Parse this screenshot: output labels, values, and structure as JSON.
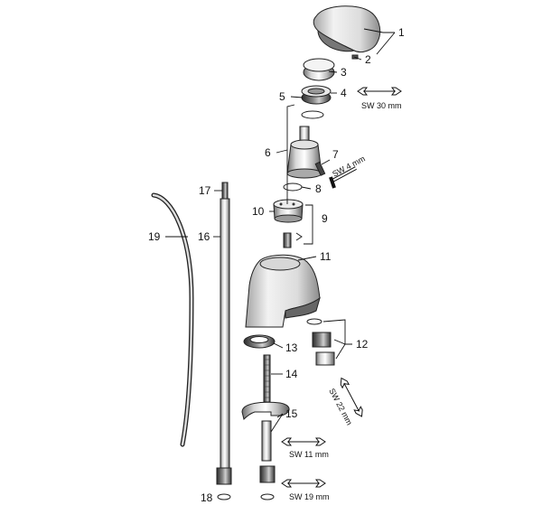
{
  "labels": [
    {
      "id": "1",
      "text": "1"
    },
    {
      "id": "2",
      "text": "2"
    },
    {
      "id": "3",
      "text": "3"
    },
    {
      "id": "4",
      "text": "4"
    },
    {
      "id": "5",
      "text": "5"
    },
    {
      "id": "6",
      "text": "6"
    },
    {
      "id": "7",
      "text": "7"
    },
    {
      "id": "8",
      "text": "8"
    },
    {
      "id": "9",
      "text": "9"
    },
    {
      "id": "10",
      "text": "10"
    },
    {
      "id": "11",
      "text": "11"
    },
    {
      "id": "12",
      "text": "12"
    },
    {
      "id": "13",
      "text": "13"
    },
    {
      "id": "14",
      "text": "14"
    },
    {
      "id": "15",
      "text": "15"
    },
    {
      "id": "16",
      "text": "16"
    },
    {
      "id": "17",
      "text": "17"
    },
    {
      "id": "18",
      "text": "18"
    },
    {
      "id": "19",
      "text": "19"
    }
  ],
  "wrenches": [
    {
      "id": "sw30",
      "text": "SW 30 mm"
    },
    {
      "id": "sw4",
      "text": "SW 4 mm"
    },
    {
      "id": "sw22",
      "text": "SW 22 mm"
    },
    {
      "id": "sw11",
      "text": "SW 11 mm"
    },
    {
      "id": "sw19",
      "text": "SW 19 mm"
    }
  ]
}
